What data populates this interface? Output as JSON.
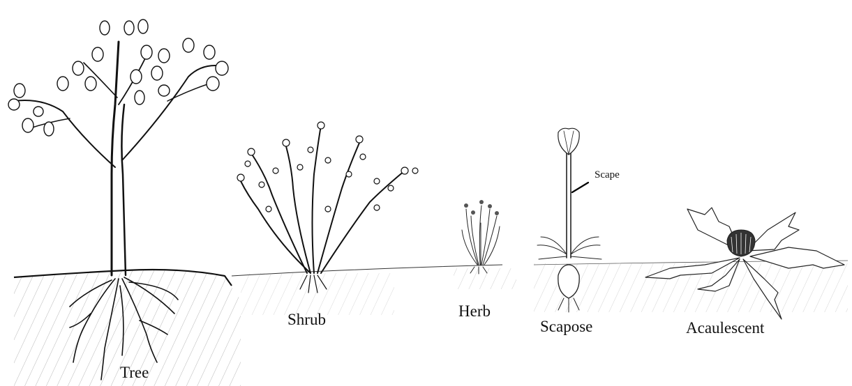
{
  "labels": {
    "tree": "Tree",
    "shrub": "Shrub",
    "herb": "Herb",
    "scapose": "Scapose",
    "scape": "Scape",
    "acaulescent": "Acaulescent"
  }
}
